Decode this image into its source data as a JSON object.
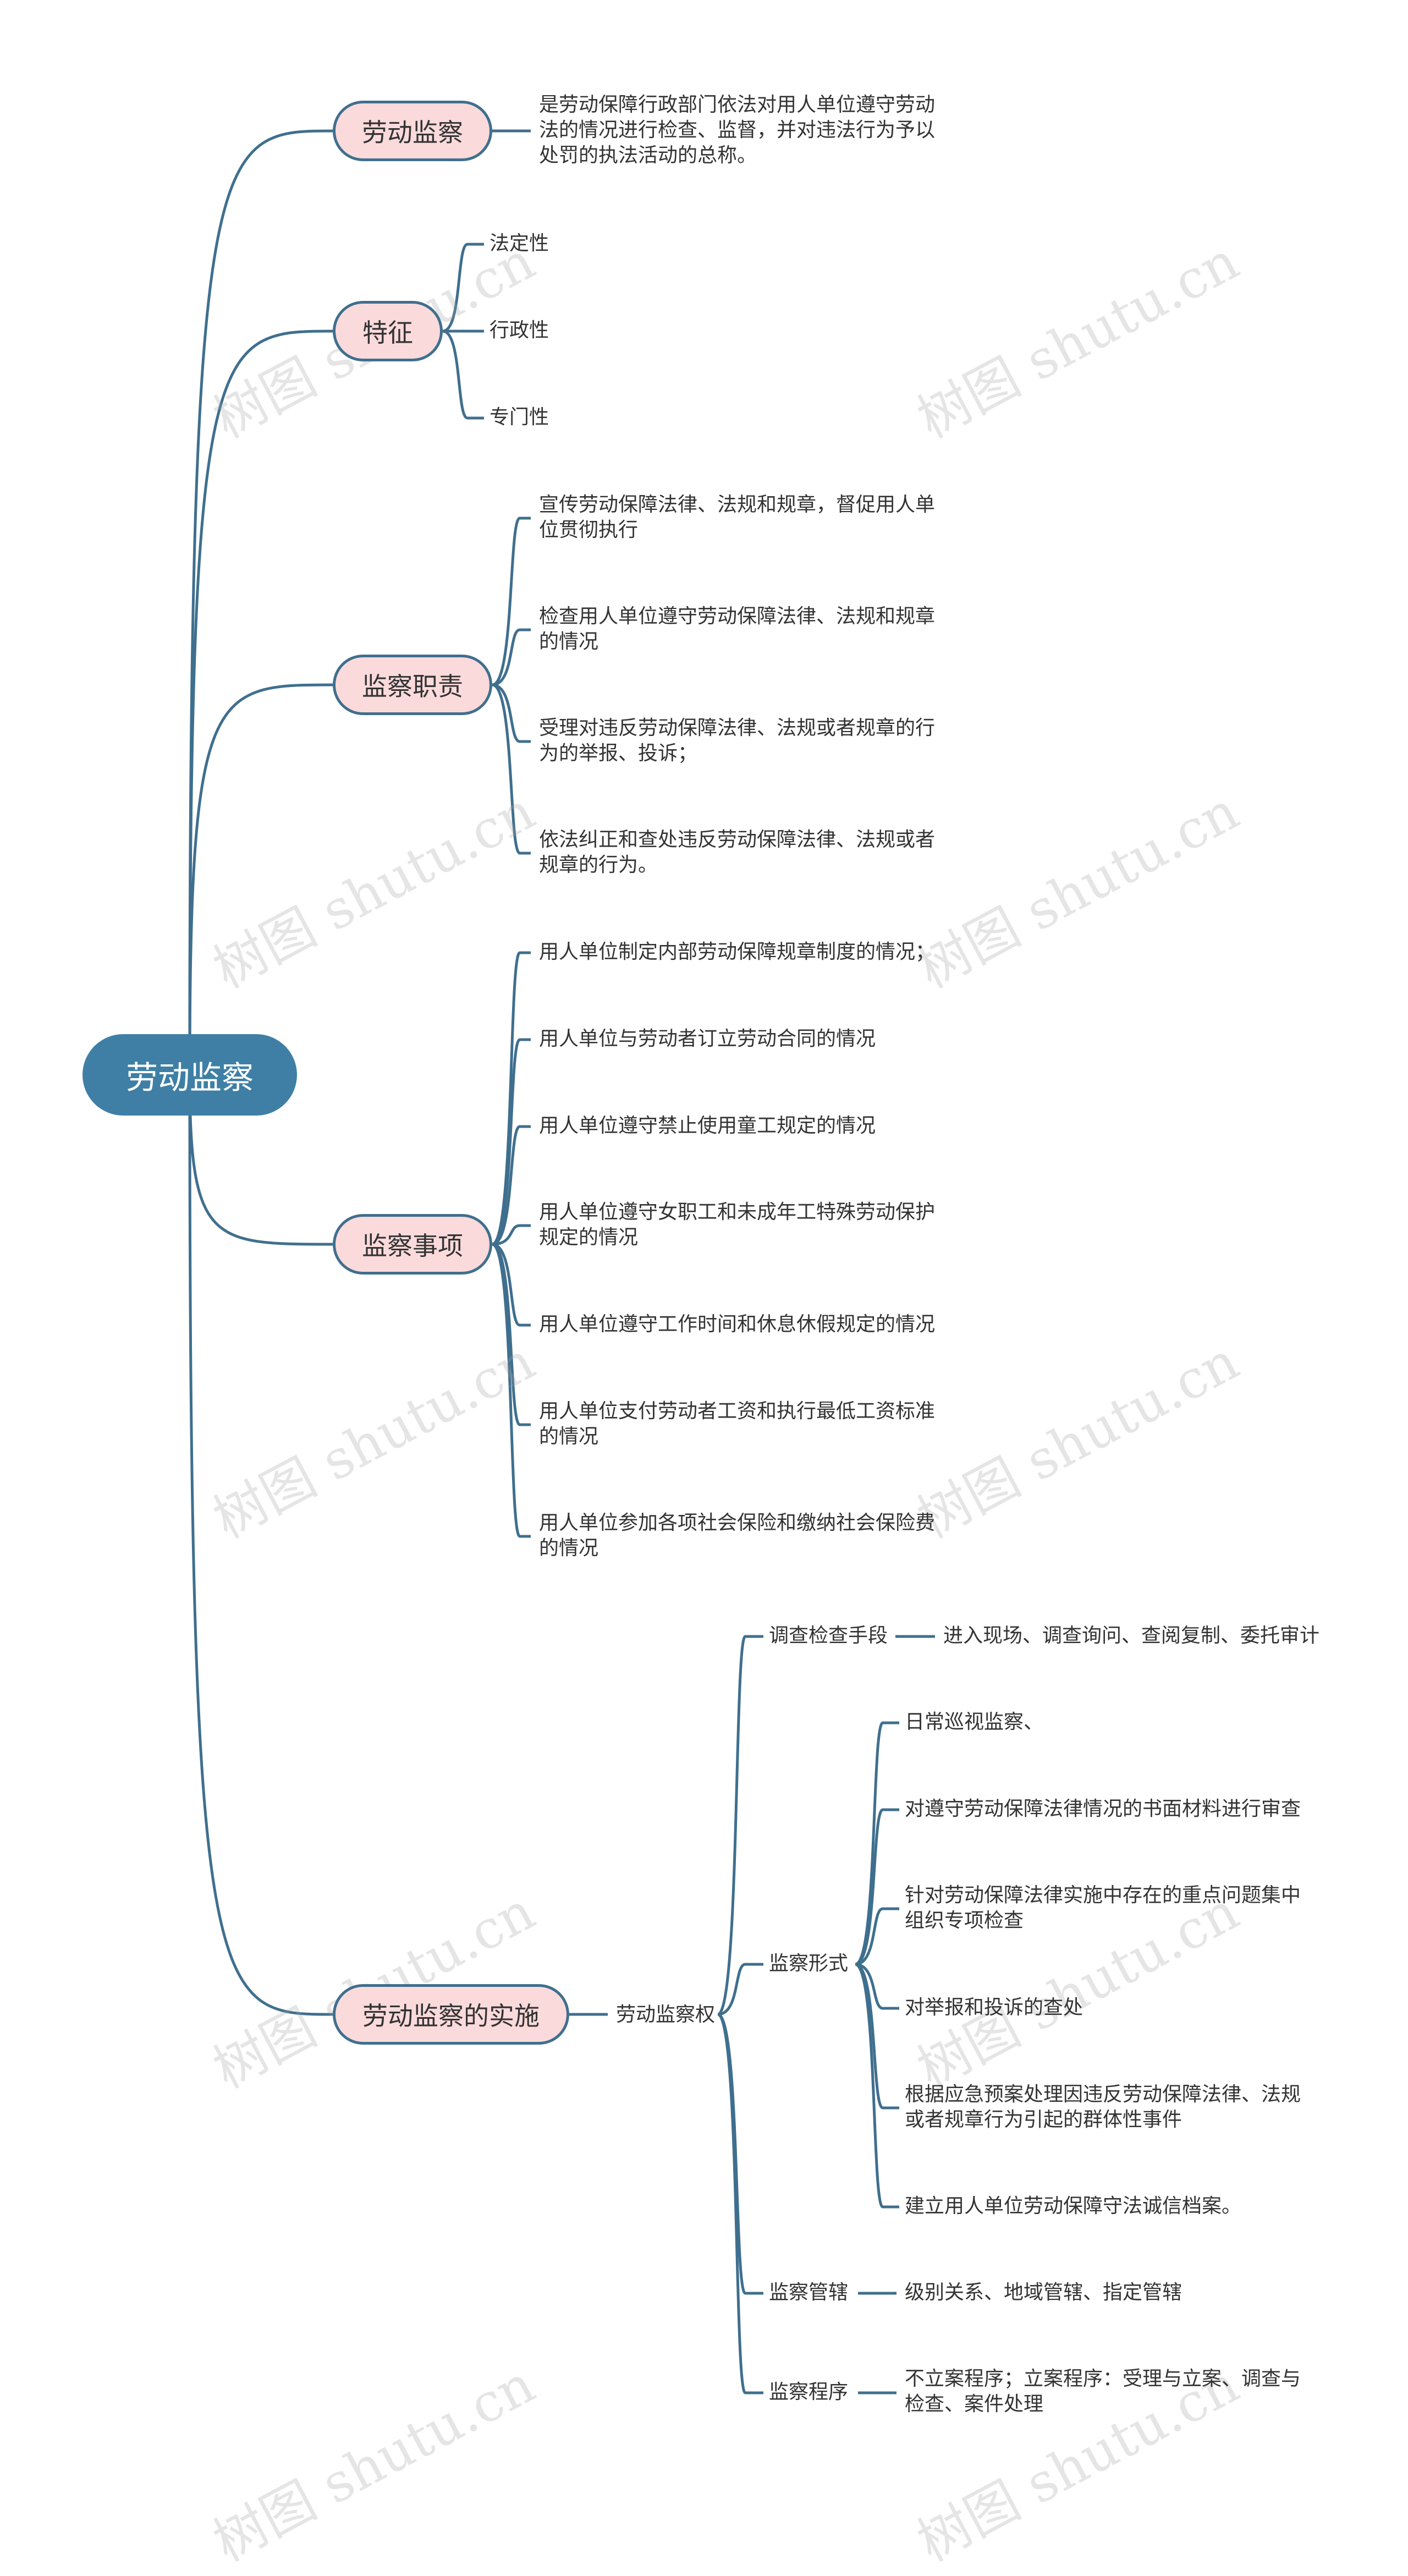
{
  "root": "劳动监察",
  "branches": {
    "b1": {
      "label": "劳动监察",
      "desc": "是劳动保障行政部门依法对用人单位遵守劳动法的情况进行检查、监督，并对违法行为予以处罚的执法活动的总称。"
    },
    "b2": {
      "label": "特征",
      "items": [
        "法定性",
        "行政性",
        "专门性"
      ]
    },
    "b3": {
      "label": "监察职责",
      "items": [
        "宣传劳动保障法律、法规和规章，督促用人单位贯彻执行",
        "检查用人单位遵守劳动保障法律、法规和规章的情况",
        "受理对违反劳动保障法律、法规或者规章的行为的举报、投诉；",
        "依法纠正和查处违反劳动保障法律、法规或者规章的行为。"
      ]
    },
    "b4": {
      "label": "监察事项",
      "items": [
        "用人单位制定内部劳动保障规章制度的情况；",
        "用人单位与劳动者订立劳动合同的情况",
        "用人单位遵守禁止使用童工规定的情况",
        "用人单位遵守女职工和未成年工特殊劳动保护规定的情况",
        "用人单位遵守工作时间和休息休假规定的情况",
        "用人单位支付劳动者工资和执行最低工资标准的情况",
        "用人单位参加各项社会保险和缴纳社会保险费的情况"
      ]
    },
    "b5": {
      "label": "劳动监察的实施",
      "sub": "劳动监察权",
      "means": {
        "label": "调查检查手段",
        "value": "进入现场、调查询问、查阅复制、委托审计"
      },
      "forms": {
        "label": "监察形式",
        "items": [
          "日常巡视监察、",
          "对遵守劳动保障法律情况的书面材料进行审查",
          "针对劳动保障法律实施中存在的重点问题集中组织专项检查",
          "对举报和投诉的查处",
          "根据应急预案处理因违反劳动保障法律、法规或者规章行为引起的群体性事件",
          "建立用人单位劳动保障守法诚信档案。"
        ]
      },
      "jurisdiction": {
        "label": "监察管辖",
        "value": "级别关系、地域管辖、指定管辖"
      },
      "procedure": {
        "label": "监察程序",
        "value": "不立案程序；立案程序：受理与立案、调查与检查、案件处理"
      }
    }
  },
  "watermark": "树图 shutu.cn",
  "colors": {
    "line": "#3f6f8e",
    "root_bg": "#3f7fa5",
    "main_bg": "#fbdadb"
  }
}
